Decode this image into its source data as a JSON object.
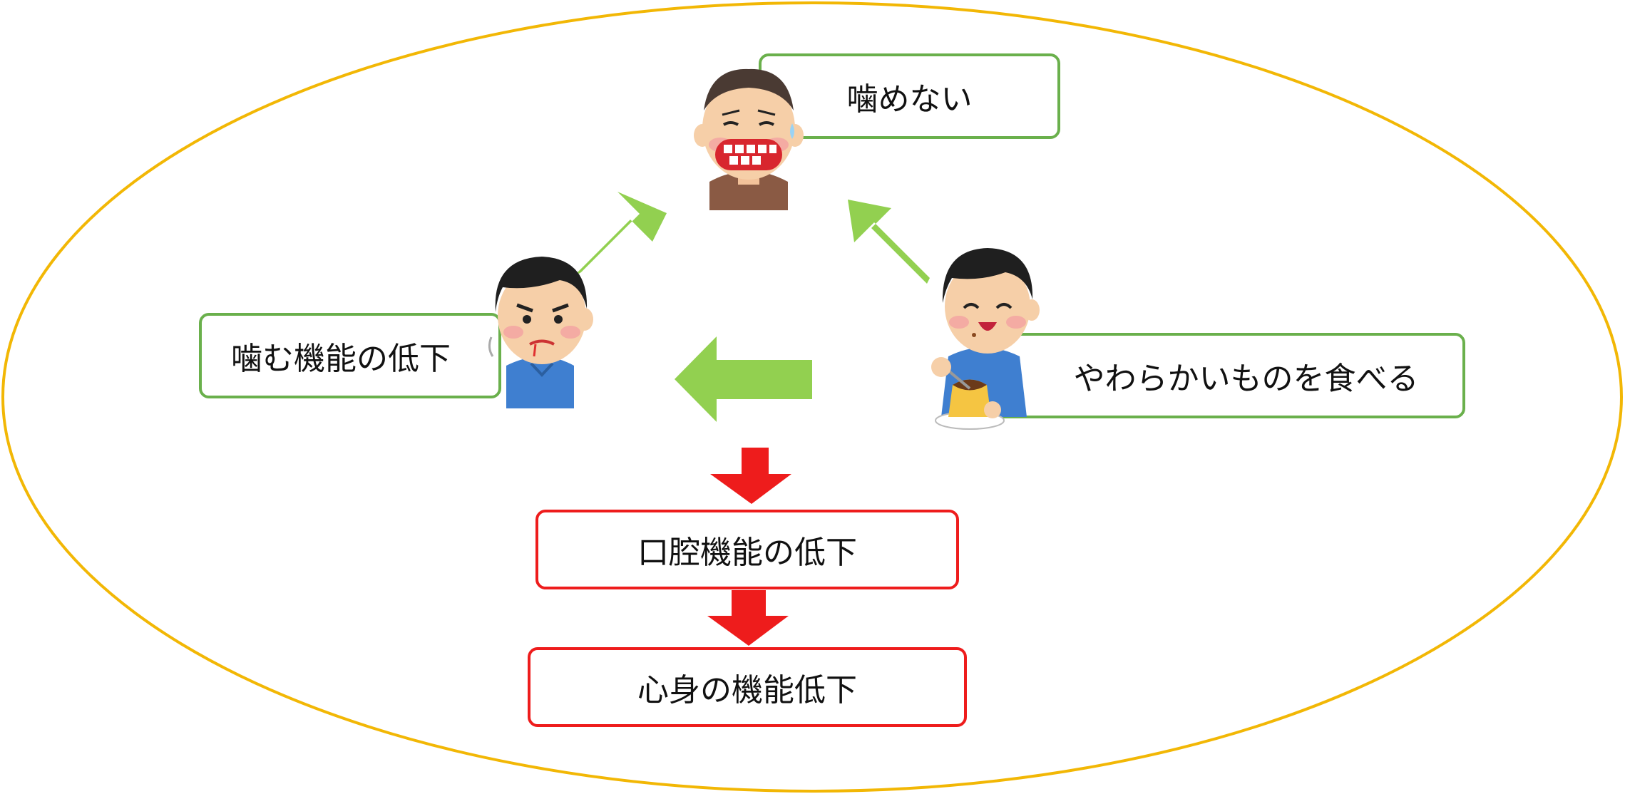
{
  "cycle": {
    "cannot_chew": "噛めない",
    "soft_food": "やわらかいものを食べる",
    "chewing_decline": "噛む機能の低下"
  },
  "results": {
    "oral_decline": "口腔機能の低下",
    "mind_body_decline": "心身の機能低下"
  },
  "colors": {
    "ellipse": "#f2b705",
    "box_green": "#6ab04c",
    "arrow_green": "#92d050",
    "red": "#ee1c1c"
  }
}
